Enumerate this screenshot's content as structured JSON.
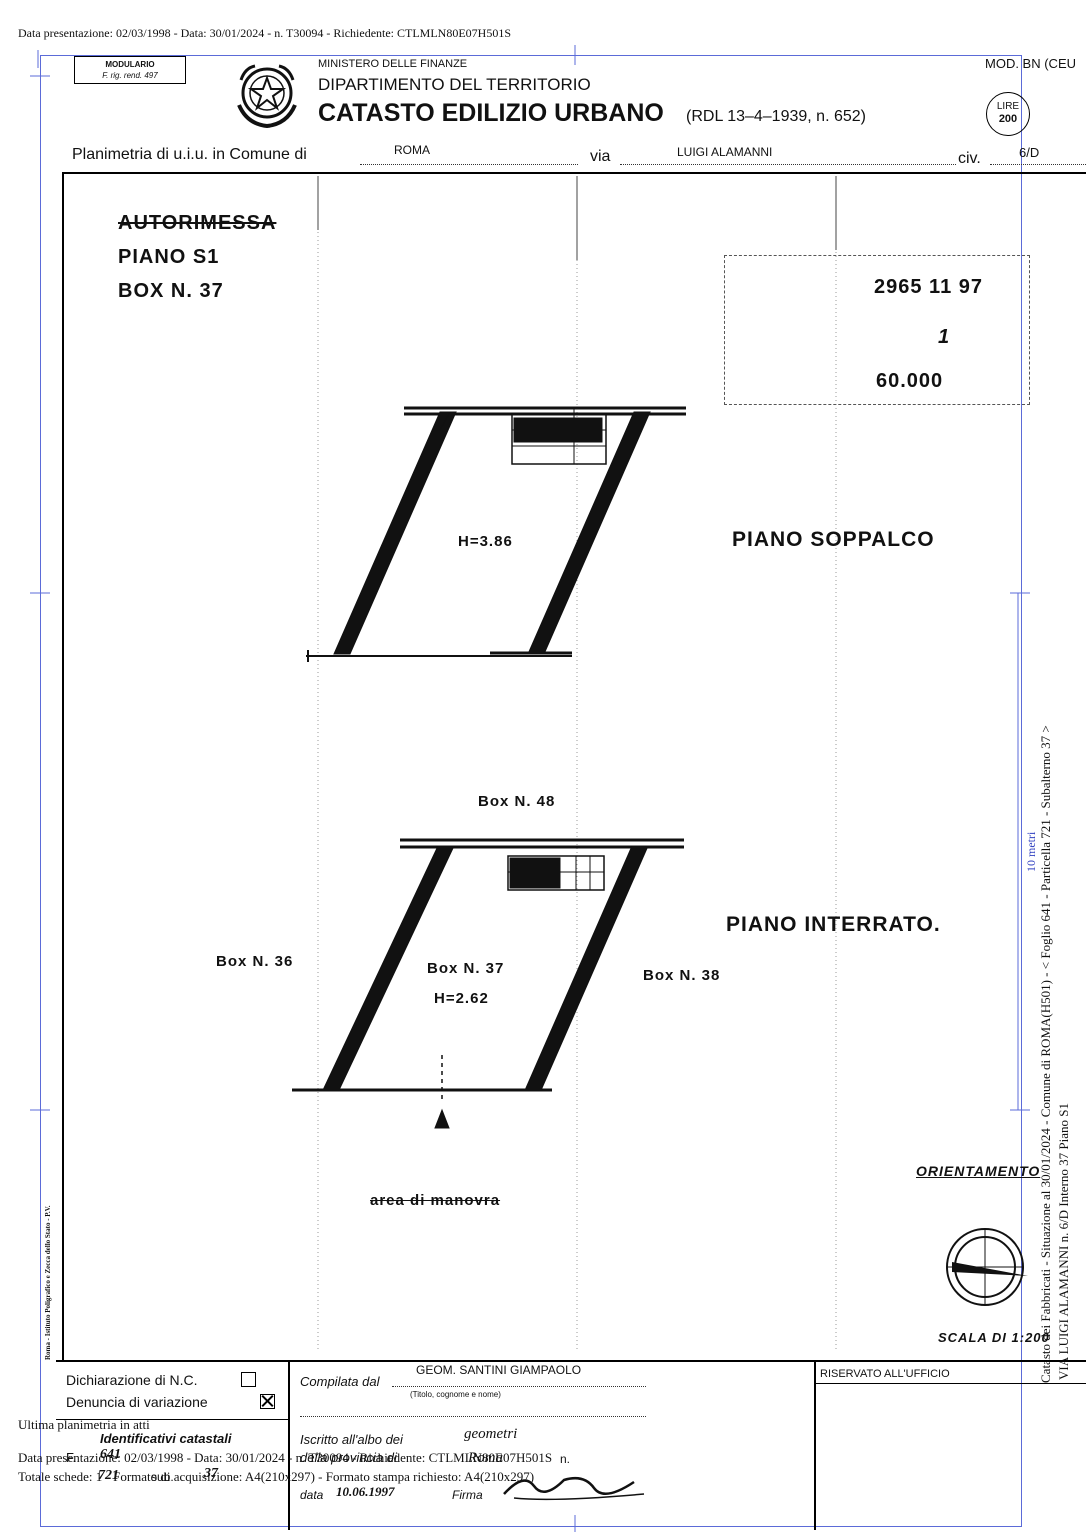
{
  "top_line": "Data presentazione: 02/03/1998 - Data: 30/01/2024 - n. T30094 - Richiedente: CTLMLN80E07H501S",
  "modulario": {
    "line1": "MODULARIO",
    "line2": "F. rig. rend. 497"
  },
  "header": {
    "ministry": "MINISTERO DELLE FINANZE",
    "department": "DIPARTIMENTO DEL TERRITORIO",
    "title": "CATASTO EDILIZIO URBANO",
    "law": "(RDL 13–4–1939, n. 652)",
    "mod": "MOD. BN (CEU",
    "stamp_lire": "LIRE",
    "stamp_value": "200"
  },
  "planimetria": {
    "label_prefix": "Planimetria di u.i.u. in Comune di",
    "comune": "ROMA",
    "via_label": "via",
    "via": "LUIGI ALAMANNI",
    "civ_label": "civ.",
    "civ": "6/D"
  },
  "title_block": {
    "line1": "AUTORIMESSA",
    "line2": "PIANO S1",
    "line3": "BOX N. 37"
  },
  "stamp_box": {
    "row1": "2965 11 97",
    "row2": "1",
    "row3": "60.000"
  },
  "soppalco": {
    "label": "PIANO SOPPALCO",
    "height": "H=3.86"
  },
  "interrato": {
    "label": "PIANO INTERRATO.",
    "box_top": "Box N. 48",
    "box_left": "Box N. 36",
    "box_center": "Box N. 37",
    "box_right": "Box N. 38",
    "height": "H=2.62",
    "manovra": "area di manovra"
  },
  "orientamento": "ORIENTAMENTO",
  "scala": "SCALA DI 1:200",
  "scale_bar_label": "10 metri",
  "side_text": {
    "line1": "Catasto dei Fabbricati - Situazione al 30/01/2024 - Comune di ROMA(H501) - < Foglio 641 - Particella 721 - Subalterno 37 >",
    "line2": "VIA LUIGI ALAMANNI n. 6/D Interno 37 Piano S1"
  },
  "printer_text": "Roma - Istituto Poligrafico e Zecca dello Stato - P.V.",
  "footer": {
    "dichiarazione": "Dichiarazione di N.C.",
    "denuncia": "Denuncia di variazione",
    "ultima": "Ultima planimetria in atti",
    "identificativi": "Identificativi catastali",
    "foglio_label": "F.",
    "foglio": "641",
    "part": "721",
    "sub_label": "sub.",
    "sub": "37",
    "compilata_label": "Compilata dal",
    "compilata_value": "GEOM. SANTINI GIAMPAOLO",
    "titolo_caption": "(Titolo, cognome e nome)",
    "iscritto_label": "Iscritto all'albo dei",
    "iscritto_value": "geometri",
    "provincia_label": "della provincia di",
    "provincia_value": "Roma",
    "n_label": "n.",
    "data_label": "data",
    "data_value": "10.06.1997",
    "firma_label": "Firma",
    "riservato": "RISERVATO ALL'UFFICIO",
    "overlay_line1": "Data presentazione: 02/03/1998 - Data: 30/01/2024 - n. T30094 - Richiedente: CTLMLN80E07H501S",
    "overlay_line2": "Totale schede: 1 - Formato di acquisizione: A4(210x297) - Formato stampa richiesto: A4(210x297)"
  }
}
